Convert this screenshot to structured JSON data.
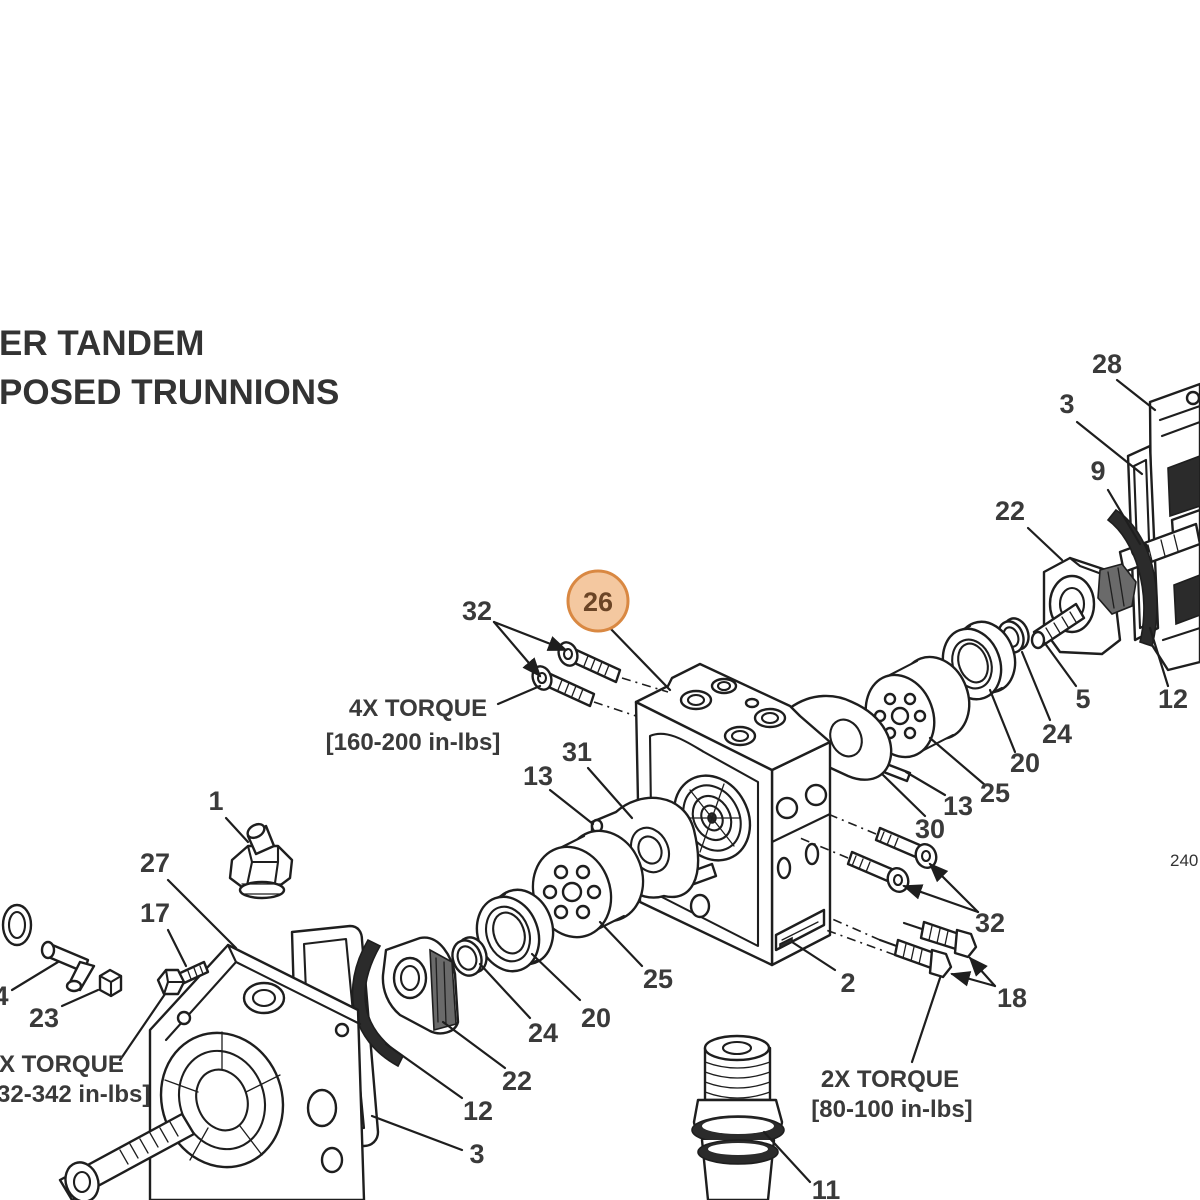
{
  "header": {
    "title_line_1": "ER TANDEM",
    "title_line_2": "POSED TRUNNIONS"
  },
  "callouts": [
    {
      "label": "26",
      "selected": true
    },
    {
      "label": "32"
    },
    {
      "label": "31"
    },
    {
      "label": "13"
    },
    {
      "label": "1"
    },
    {
      "label": "27"
    },
    {
      "label": "17"
    },
    {
      "label": "23"
    },
    {
      "label": "4"
    },
    {
      "label": "22"
    },
    {
      "label": "12"
    },
    {
      "label": "3"
    },
    {
      "label": "24"
    },
    {
      "label": "20"
    },
    {
      "label": "25"
    },
    {
      "label": "2"
    },
    {
      "label": "32"
    },
    {
      "label": "18"
    },
    {
      "label": "11"
    },
    {
      "label": "30"
    },
    {
      "label": "13"
    },
    {
      "label": "25"
    },
    {
      "label": "20"
    },
    {
      "label": "24"
    },
    {
      "label": "5"
    },
    {
      "label": "12"
    },
    {
      "label": "22"
    },
    {
      "label": "9"
    },
    {
      "label": "3"
    },
    {
      "label": "28"
    }
  ],
  "torque_notes": [
    {
      "count": "4X TORQUE",
      "spec": "[160-200 in-lbs]"
    },
    {
      "count": "X TORQUE",
      "spec": "32-342 in-lbs]"
    },
    {
      "count": "2X TORQUE",
      "spec": "[80-100 in-lbs]"
    }
  ],
  "figure_code": "240",
  "colors": {
    "line": "#1e1e1e",
    "label_text": "#3a3a3a",
    "highlight_fill": "#f4c8a0",
    "highlight_stroke": "#d98842",
    "highlight_text": "#6b4526"
  }
}
